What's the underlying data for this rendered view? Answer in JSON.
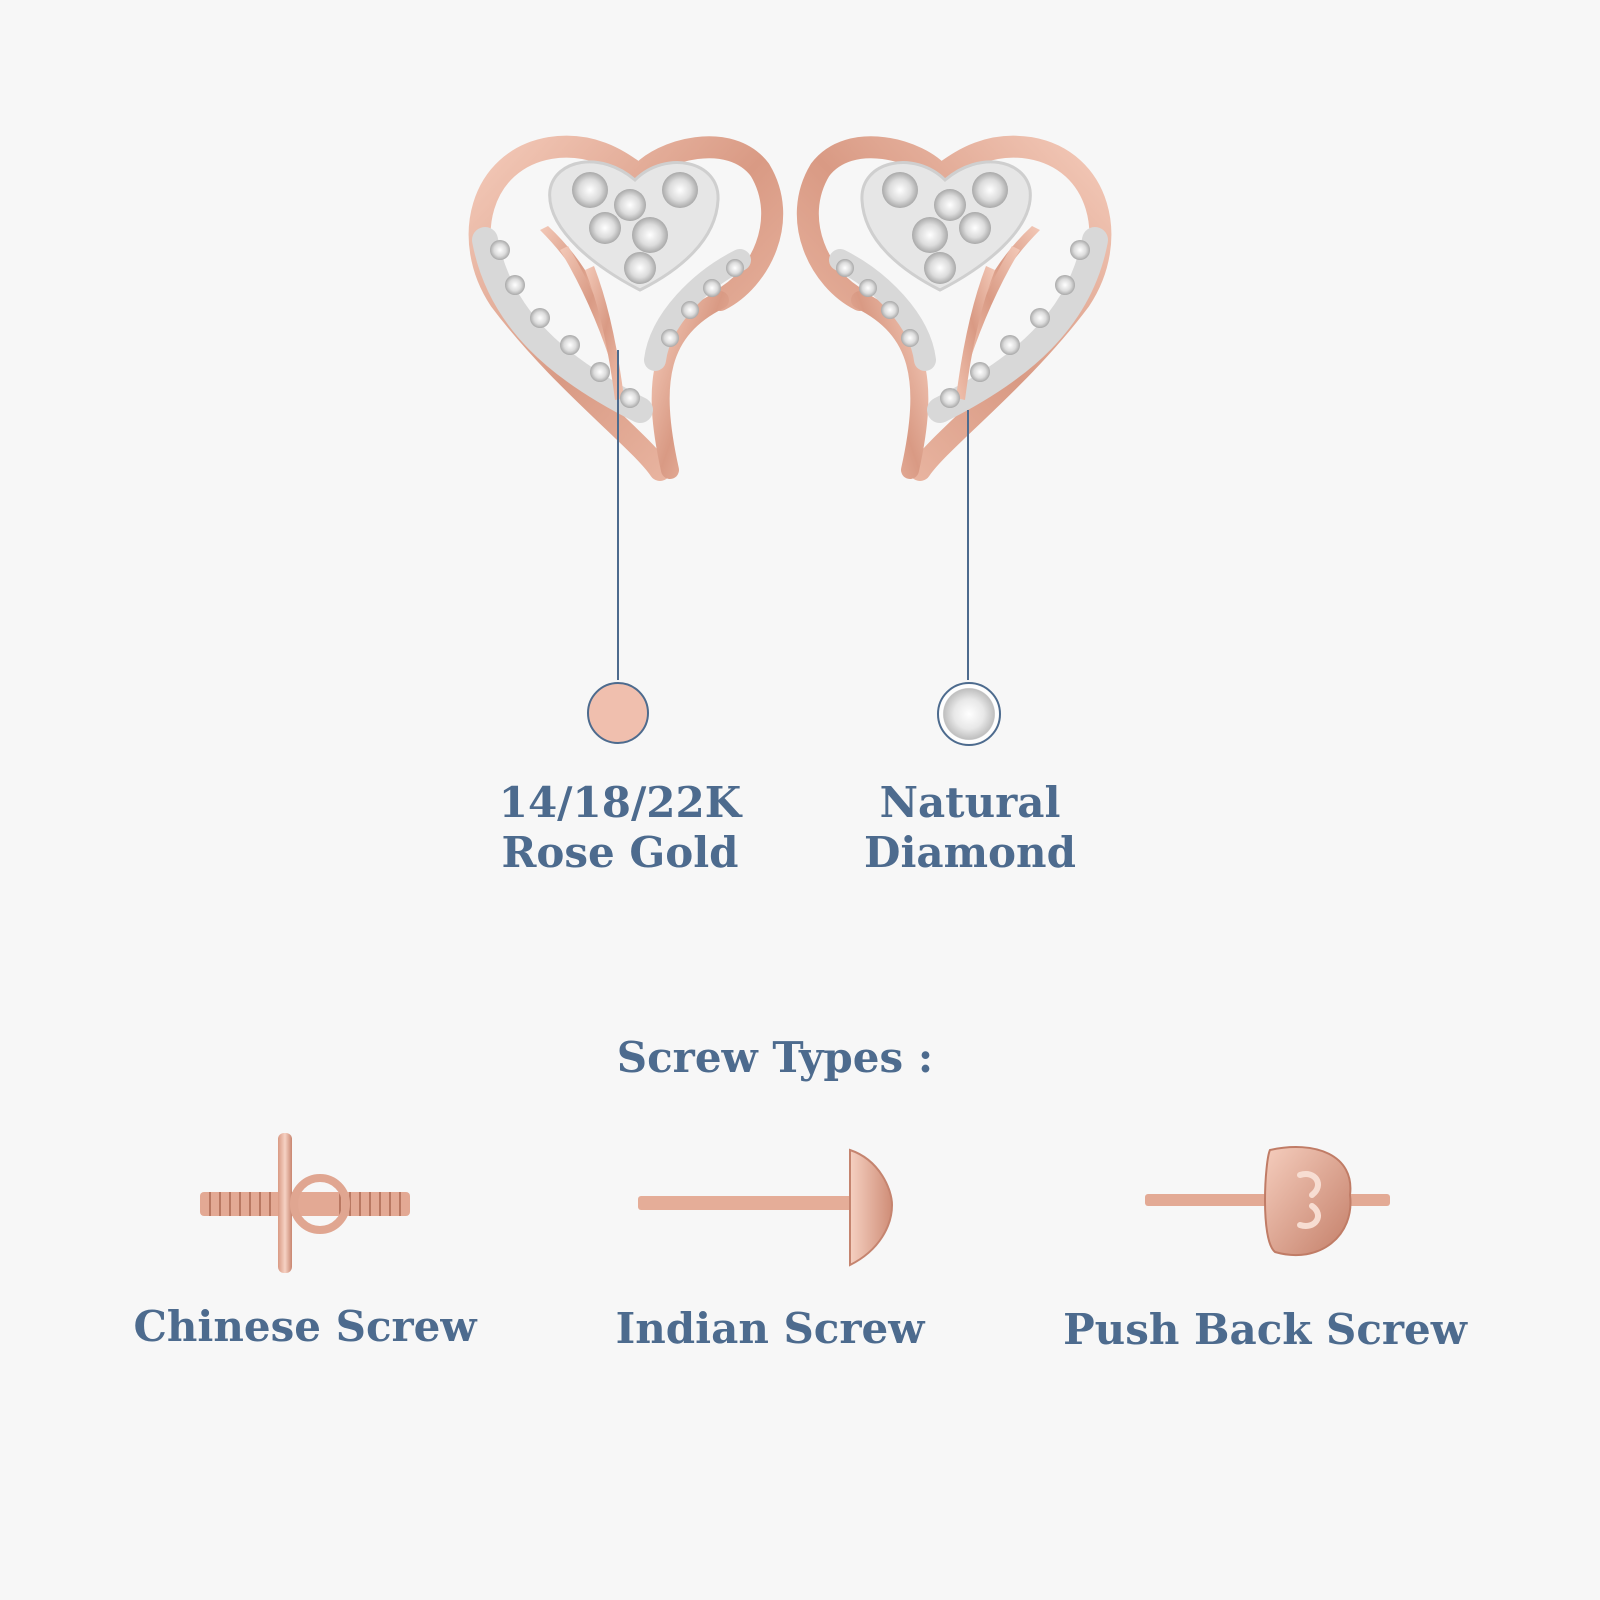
{
  "materials": {
    "metal": {
      "line1": "14/18/22K",
      "line2": "Rose Gold"
    },
    "stone": {
      "line1": "Natural",
      "line2": "Diamond"
    }
  },
  "screw_types": {
    "heading": "Screw Types :",
    "items": [
      {
        "label": "Chinese Screw"
      },
      {
        "label": "Indian Screw"
      },
      {
        "label": "Push Back Screw"
      }
    ]
  },
  "colors": {
    "text": "#4d6b8e",
    "rose_gold": "#e2a894",
    "background": "#f7f7f7"
  }
}
